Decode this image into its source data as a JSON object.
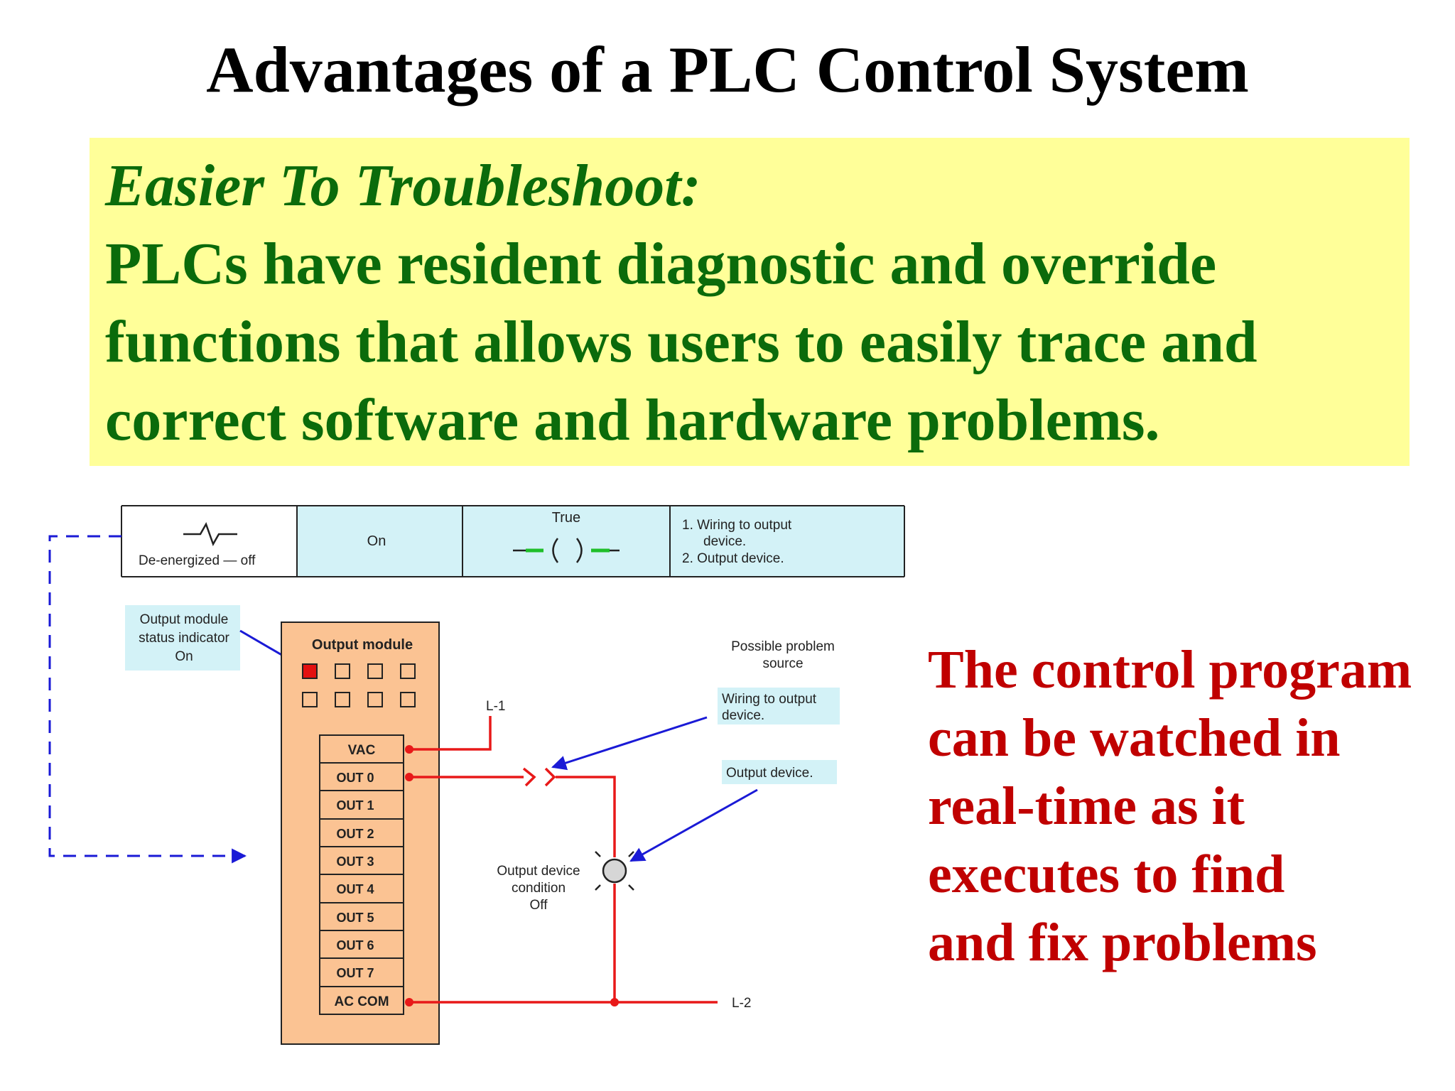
{
  "slide": {
    "title": "Advantages of a PLC Control System",
    "highlight": {
      "heading": "Easier To Troubleshoot:",
      "lines": [
        "PLCs have resident diagnostic and override",
        "functions that allows users to easily trace and",
        "correct software and hardware problems."
      ]
    },
    "side_text": [
      "The control program",
      "can be watched in",
      "real-time as it",
      "executes to find",
      "and fix problems"
    ]
  },
  "diagram": {
    "table": {
      "col1": "De-energized — off",
      "col2": "On",
      "col3": "True",
      "col4": [
        "1. Wiring to output",
        "device.",
        "2. Output device."
      ]
    },
    "status_indicator": [
      "Output module",
      "status indicator",
      "On"
    ],
    "module_title": "Output module",
    "terminals": [
      "VAC",
      "OUT 0",
      "OUT 1",
      "OUT 2",
      "OUT 3",
      "OUT 4",
      "OUT 5",
      "OUT 6",
      "OUT 7",
      "AC COM"
    ],
    "l1": "L-1",
    "l2": "L-2",
    "possible_problem": [
      "Possible problem",
      "source"
    ],
    "wiring_label": [
      "Wiring to output",
      "device."
    ],
    "output_device_label": "Output device.",
    "device_condition": [
      "Output device",
      "condition",
      "Off"
    ],
    "colors": {
      "box_fill": "#fbc393",
      "table_fill": "#d3f2f7",
      "wire": "#e81919",
      "arrow": "#1a1ad6",
      "indicator_on": "#e31010",
      "title_green": "#0b6b0b",
      "side_red": "#c00000",
      "highlight_yellow": "#ffff99"
    }
  }
}
